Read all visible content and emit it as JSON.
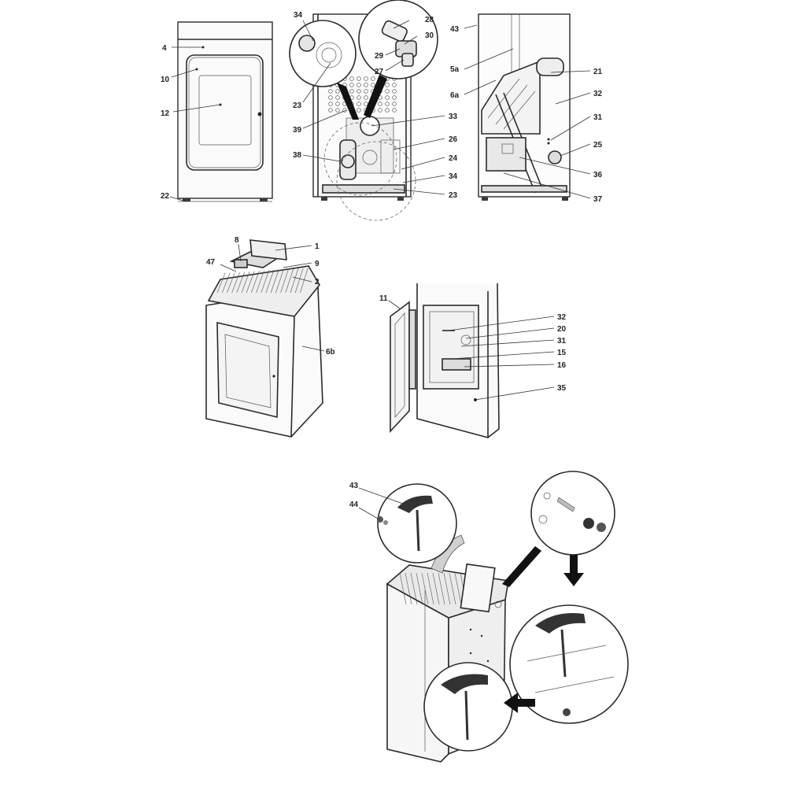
{
  "figures": {
    "front_view": {
      "labels": [
        {
          "id": "4",
          "text": "4"
        },
        {
          "id": "10",
          "text": "10"
        },
        {
          "id": "12",
          "text": "12"
        },
        {
          "id": "22",
          "text": "22"
        }
      ]
    },
    "rear_view": {
      "labels": [
        {
          "id": "34a",
          "text": "34"
        },
        {
          "id": "28",
          "text": "28"
        },
        {
          "id": "30",
          "text": "30"
        },
        {
          "id": "29",
          "text": "29"
        },
        {
          "id": "27",
          "text": "27"
        },
        {
          "id": "23a",
          "text": "23"
        },
        {
          "id": "39",
          "text": "39"
        },
        {
          "id": "33",
          "text": "33"
        },
        {
          "id": "38",
          "text": "38"
        },
        {
          "id": "26",
          "text": "26"
        },
        {
          "id": "24",
          "text": "24"
        },
        {
          "id": "34b",
          "text": "34"
        },
        {
          "id": "23b",
          "text": "23"
        }
      ]
    },
    "side_section_view": {
      "labels": [
        {
          "id": "43",
          "text": "43"
        },
        {
          "id": "5a",
          "text": "5a"
        },
        {
          "id": "6a",
          "text": "6a"
        },
        {
          "id": "21",
          "text": "21"
        },
        {
          "id": "32",
          "text": "32"
        },
        {
          "id": "31",
          "text": "31"
        },
        {
          "id": "25",
          "text": "25"
        },
        {
          "id": "36",
          "text": "36"
        },
        {
          "id": "37",
          "text": "37"
        }
      ]
    },
    "perspective_view": {
      "labels": [
        {
          "id": "8",
          "text": "8"
        },
        {
          "id": "1",
          "text": "1"
        },
        {
          "id": "47",
          "text": "47"
        },
        {
          "id": "9",
          "text": "9"
        },
        {
          "id": "2",
          "text": "2"
        },
        {
          "id": "6b",
          "text": "6b"
        }
      ]
    },
    "open_door_view": {
      "labels": [
        {
          "id": "11",
          "text": "11"
        },
        {
          "id": "32",
          "text": "32"
        },
        {
          "id": "20",
          "text": "20"
        },
        {
          "id": "31",
          "text": "31"
        },
        {
          "id": "15",
          "text": "15"
        },
        {
          "id": "16",
          "text": "16"
        },
        {
          "id": "35",
          "text": "35"
        }
      ]
    },
    "tool_detail_view": {
      "labels": [
        {
          "id": "43",
          "text": "43"
        },
        {
          "id": "44",
          "text": "44"
        }
      ]
    }
  },
  "icons": [
    "t-handle-key-icon",
    "screw-icon",
    "arrow-down-icon",
    "arrow-left-icon",
    "curved-arrow-icon"
  ]
}
